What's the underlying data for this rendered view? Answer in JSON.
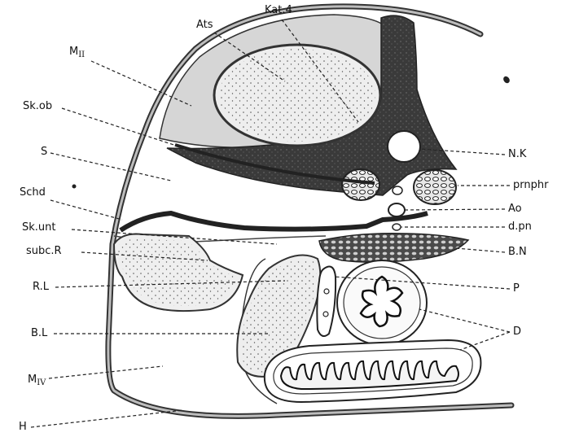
{
  "labels": {
    "ats": "Ats",
    "kat4": "Kat.4",
    "m2": {
      "main": "M",
      "sub": "II"
    },
    "sk_ob": "Sk.ob",
    "s": "S",
    "schd": "Schd",
    "sk_unt": "Sk.unt",
    "subc_r": "subc.R",
    "r_l": "R.L",
    "b_l": "B.L",
    "m4": {
      "main": "M",
      "sub": "IV"
    },
    "h": "H",
    "n_k": "N.K",
    "prnphr": "prnphr",
    "ao": "Ao",
    "d_pn": "d.pn",
    "b_n": "B.N",
    "p": "P",
    "d": "D"
  }
}
